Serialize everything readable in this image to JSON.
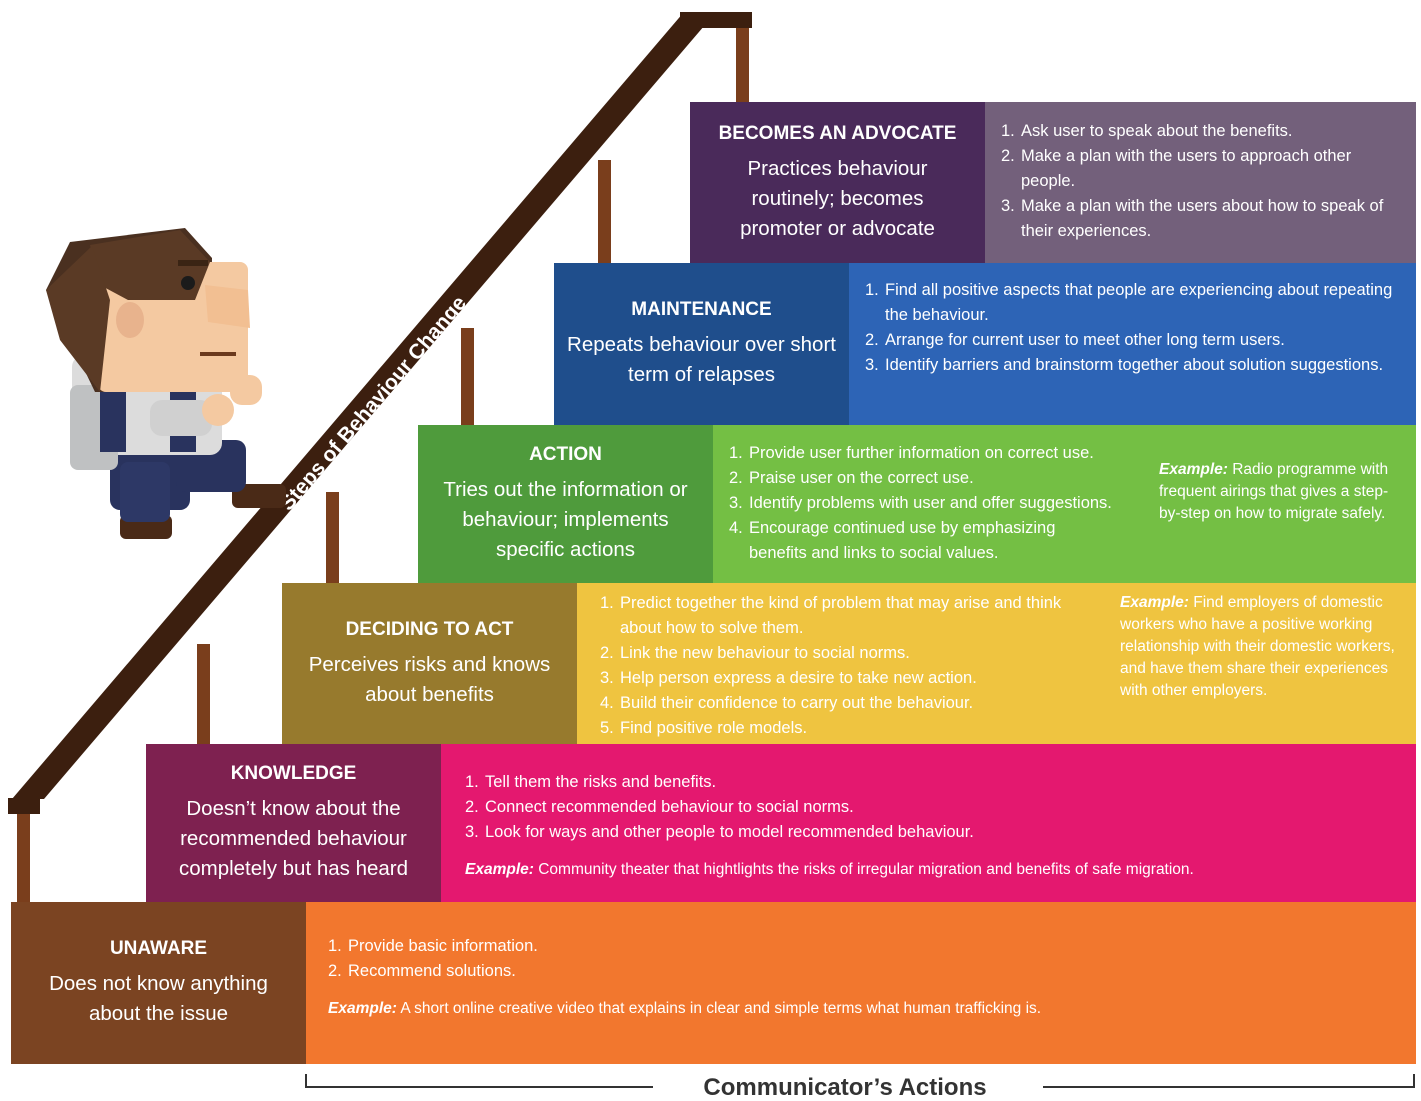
{
  "diagram_title": "Steps of Behaviour Change",
  "footer_label": "Communicator’s Actions",
  "example_label": "Example:",
  "colors": {
    "rail": "#3c1f0f",
    "baluster": "#7a3e1c",
    "character_hair": "#5a3a25",
    "character_skin": "#f4c9a1",
    "character_overalls": "#29335e",
    "character_shirt": "#dcdcdc"
  },
  "stages": [
    {
      "id": "advocate",
      "title": "BECOMES AN ADVOCATE",
      "description": "Practices behaviour routinely; becomes promoter or advocate",
      "stage_color": "#4a2a5a",
      "action_color": "#73607b",
      "actions": [
        {
          "num": "1.",
          "text": "Ask user to speak about the benefits."
        },
        {
          "num": "2.",
          "text": "Make a plan with the users to approach other people."
        },
        {
          "num": "3.",
          "text": "Make a plan with the users about how to speak of their experiences."
        }
      ],
      "example": ""
    },
    {
      "id": "maintenance",
      "title": "MAINTENANCE",
      "description": "Repeats behaviour over short term of relapses",
      "stage_color": "#1f4e8c",
      "action_color": "#2d64b6",
      "actions": [
        {
          "num": "1.",
          "text": "Find all positive aspects that people are experiencing about repeating the behaviour."
        },
        {
          "num": "2.",
          "text": "Arrange for current user to meet other long term users."
        },
        {
          "num": "3.",
          "text": "Identify barriers and brainstorm together about solution suggestions."
        }
      ],
      "example": ""
    },
    {
      "id": "action",
      "title": "ACTION",
      "description": "Tries out the information or behaviour; implements specific actions",
      "stage_color": "#4f9b3c",
      "action_color": "#74bf44",
      "actions": [
        {
          "num": "1.",
          "text": "Provide user further information on correct use."
        },
        {
          "num": "2.",
          "text": "Praise user on the correct use."
        },
        {
          "num": "3.",
          "text": "Identify problems with user and offer suggestions."
        },
        {
          "num": "4.",
          "text": "Encourage continued use by emphasizing benefits and links to social values."
        }
      ],
      "example": "Radio programme with frequent airings that gives a step-by-step on how to migrate safely."
    },
    {
      "id": "deciding",
      "title": "DECIDING TO ACT",
      "description": "Perceives risks and knows about benefits",
      "stage_color": "#977a2d",
      "action_color": "#efc440",
      "actions": [
        {
          "num": "1.",
          "text": "Predict together the kind of problem that may arise and think about how to solve them."
        },
        {
          "num": "2.",
          "text": "Link the new behaviour to social norms."
        },
        {
          "num": "3.",
          "text": "Help person express a desire to take new action."
        },
        {
          "num": "4.",
          "text": "Build their confidence to carry out the behaviour."
        },
        {
          "num": "5.",
          "text": "Find positive role models."
        }
      ],
      "example": "Find employers of domestic workers who have a positive working relationship with their domestic workers, and have them share their experiences with other employers."
    },
    {
      "id": "knowledge",
      "title": "KNOWLEDGE",
      "description": "Doesn’t know about the recommended behaviour completely but has heard",
      "stage_color": "#7e2150",
      "action_color": "#e4186f",
      "actions": [
        {
          "num": "1.",
          "text": "Tell them the risks and benefits."
        },
        {
          "num": "2.",
          "text": "Connect recommended behaviour to social norms."
        },
        {
          "num": "3.",
          "text": "Look for ways and other people to model recommended behaviour."
        }
      ],
      "example": "Community theater that hightlights the risks of irregular migration and benefits of safe migration."
    },
    {
      "id": "unaware",
      "title": "UNAWARE",
      "description": "Does not know anything about the issue",
      "stage_color": "#7b4422",
      "action_color": "#f2772e",
      "actions": [
        {
          "num": "1.",
          "text": "Provide basic information."
        },
        {
          "num": "2.",
          "text": "Recommend solutions."
        }
      ],
      "example": "A short online creative video that explains in clear and simple terms what human trafficking is."
    }
  ]
}
